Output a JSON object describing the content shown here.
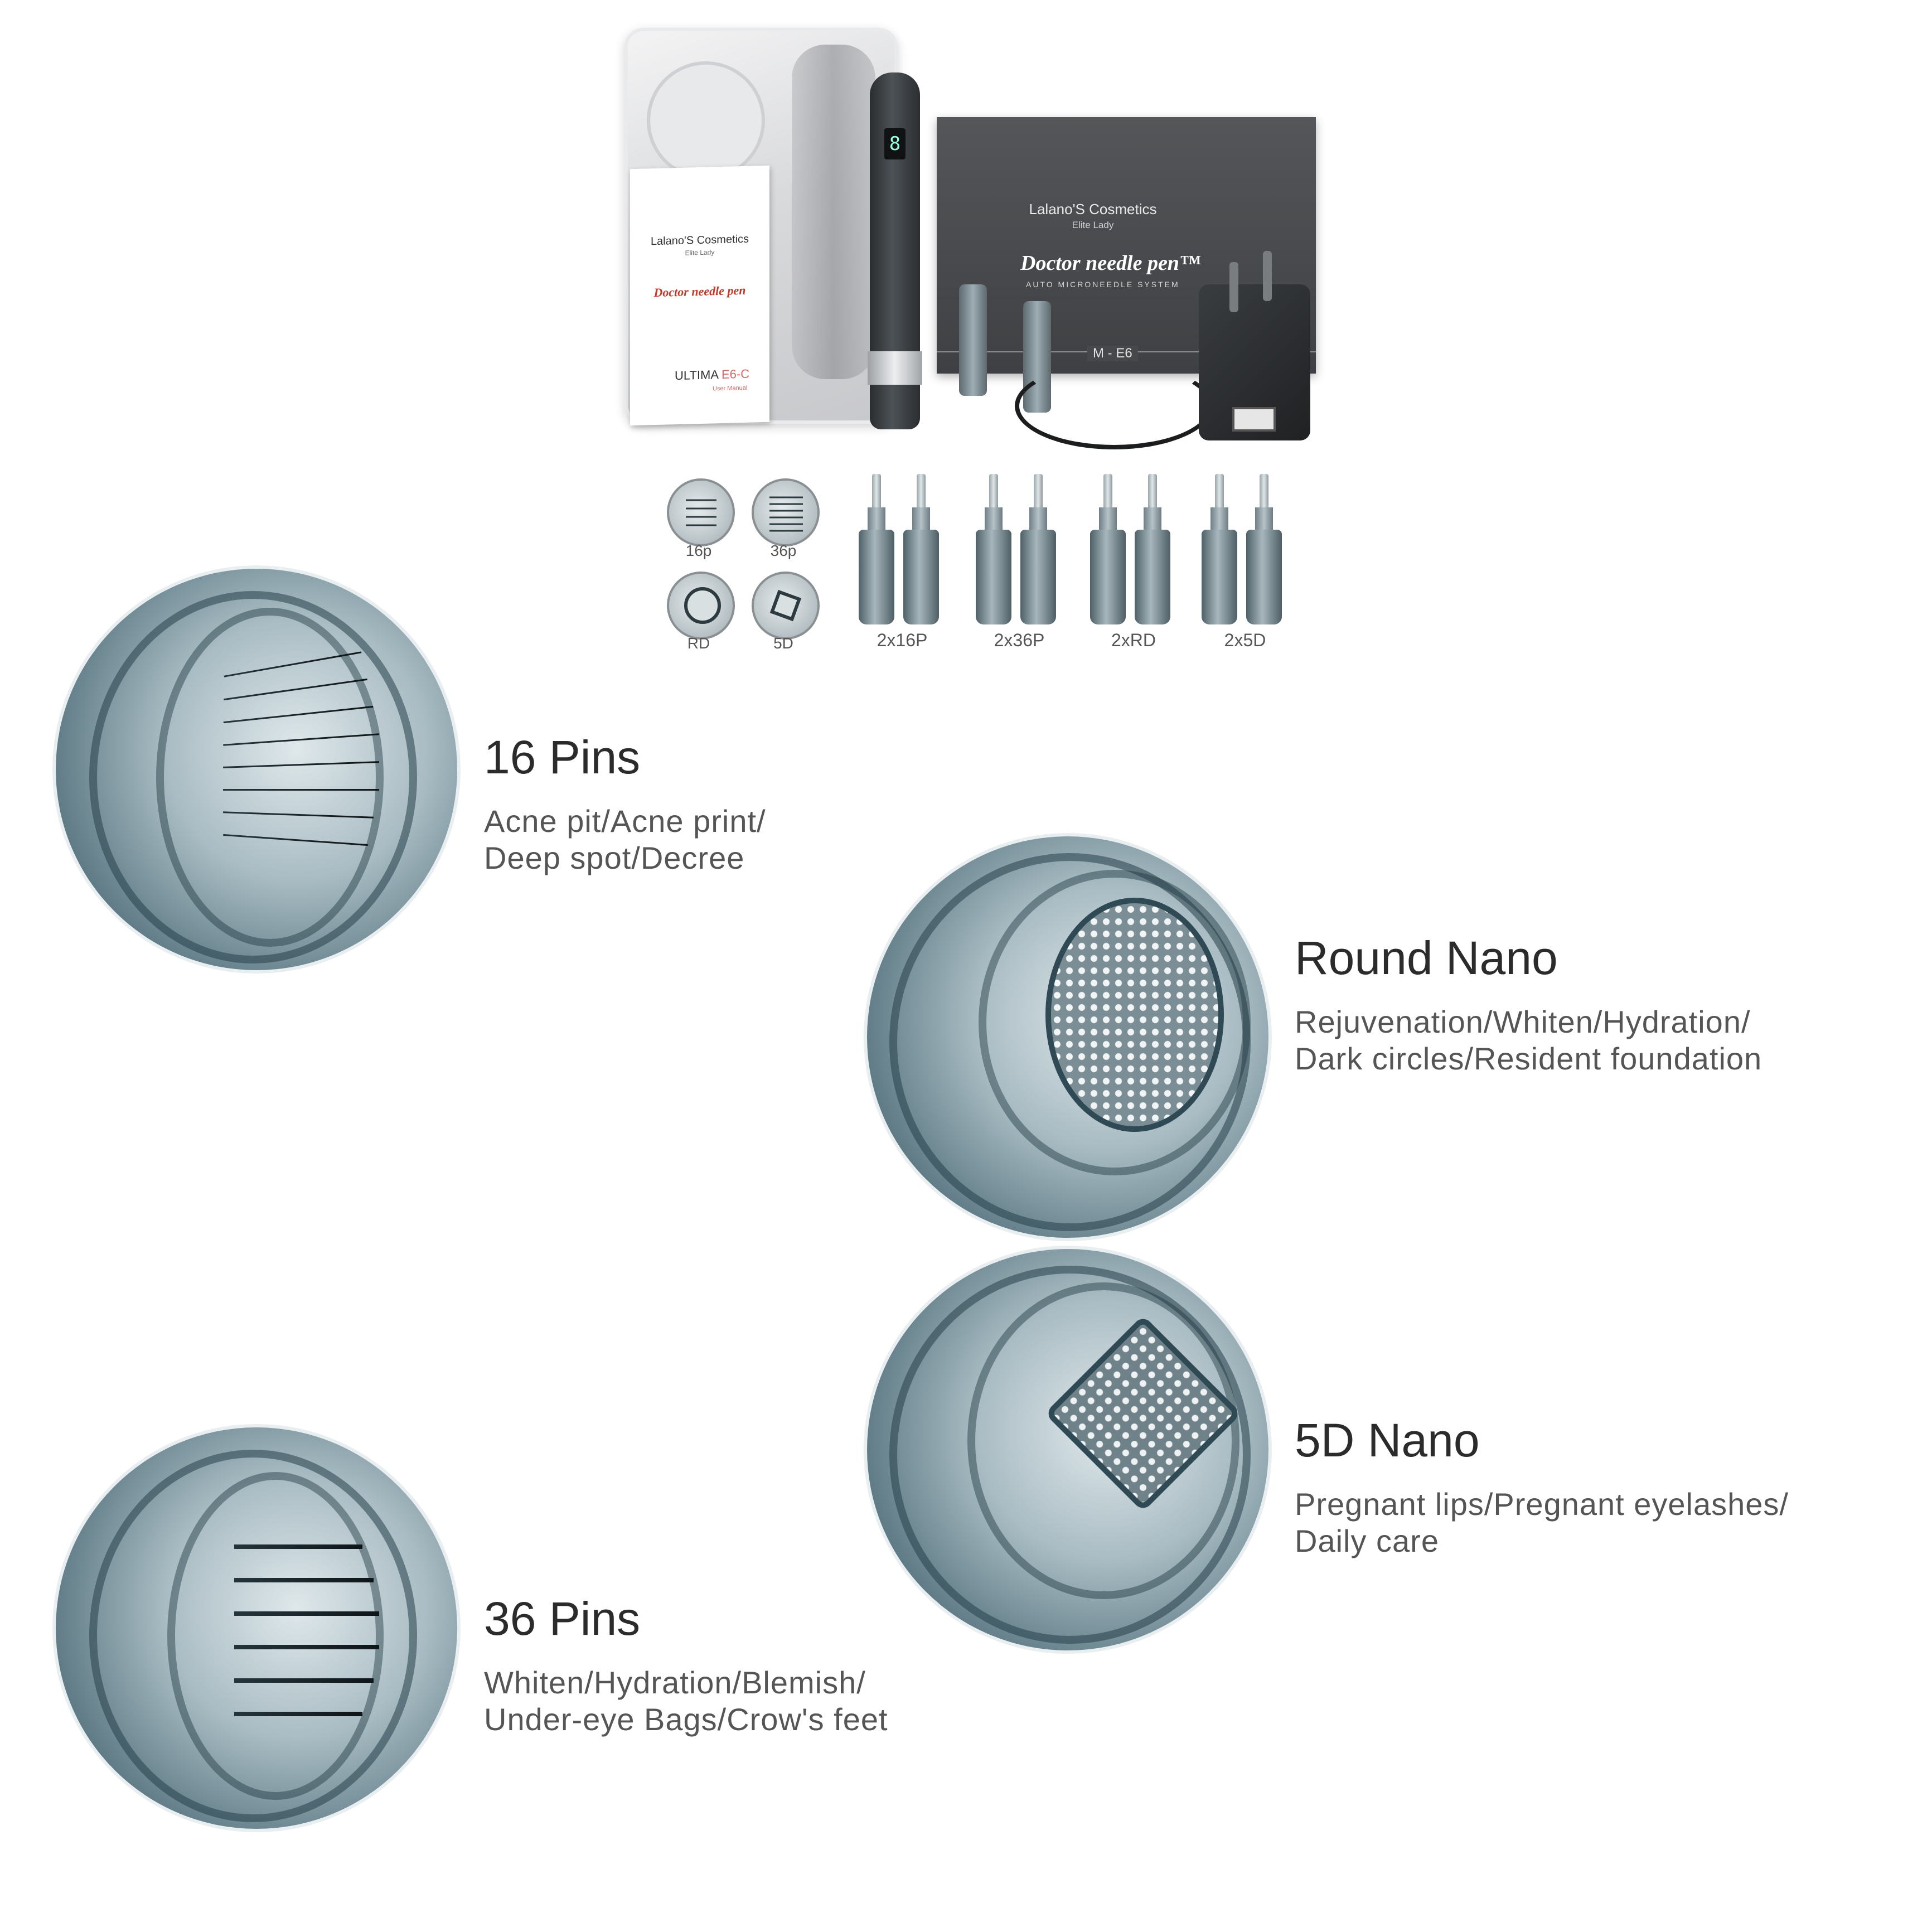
{
  "kit": {
    "manual_brand": "Lalano'S Cosmetics",
    "manual_sub": "Elite Lady",
    "manual_logo": "Doctor needle pen",
    "manual_model_prefix": "ULTIMA ",
    "manual_model_suffix": "E6-C",
    "manual_doc": "User Manual",
    "box_brand": "Lalano'S Cosmetics",
    "box_sub": "Elite Lady",
    "box_logo": "Doctor needle pen™",
    "box_tagline": "AUTO MICRONEEDLE SYSTEM",
    "box_model": "M - E6",
    "pen_display": "8"
  },
  "icons": [
    {
      "label": "16p"
    },
    {
      "label": "36p"
    },
    {
      "label": "RD"
    },
    {
      "label": "5D"
    }
  ],
  "pairs": [
    {
      "label": "2x16P"
    },
    {
      "label": "2x36P"
    },
    {
      "label": "2xRD"
    },
    {
      "label": "2x5D"
    }
  ],
  "features": {
    "pins16": {
      "title": "16 Pins",
      "line1": "Acne pit/Acne print/",
      "line2": "Deep spot/Decree"
    },
    "round_nano": {
      "title": "Round Nano",
      "line1": "Rejuvenation/Whiten/Hydration/",
      "line2": "Dark circles/Resident foundation"
    },
    "nano5d": {
      "title": "5D Nano",
      "line1": "Pregnant lips/Pregnant eyelashes/",
      "line2": "Daily care"
    },
    "pins36": {
      "title": "36 Pins",
      "line1": "Whiten/Hydration/Blemish/",
      "line2": "Under-eye Bags/Crow's feet"
    }
  },
  "colors": {
    "accent": "#c0392b",
    "cartridge": "#5f7b86",
    "text": "#555555"
  }
}
